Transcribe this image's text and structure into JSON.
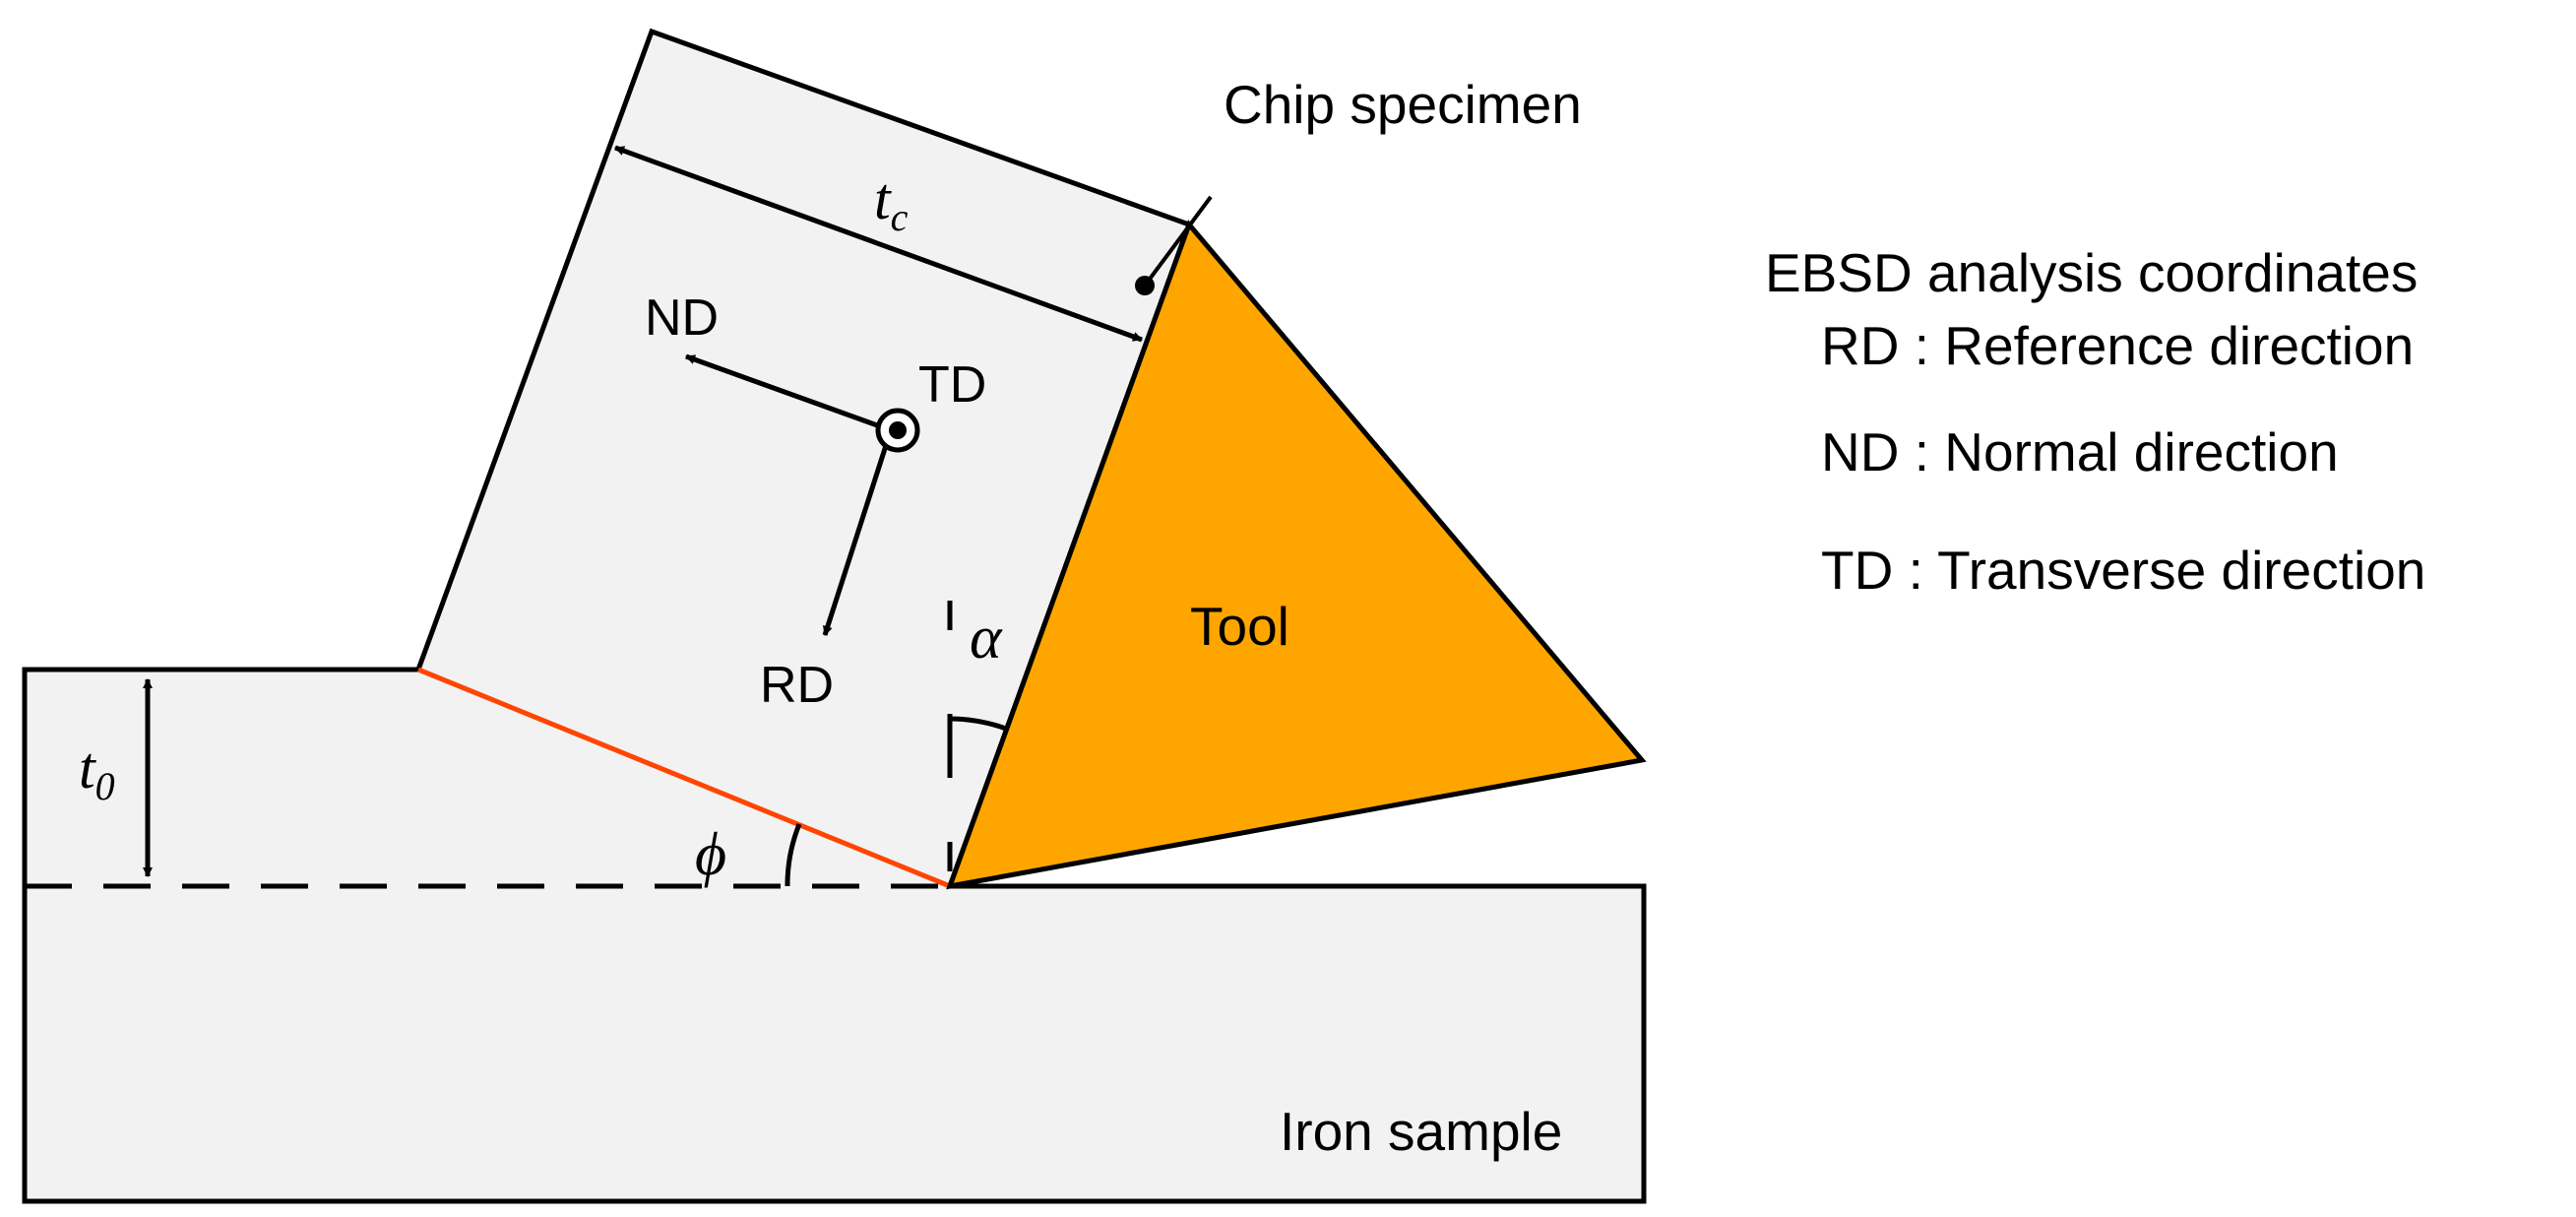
{
  "labels": {
    "chip_specimen": "Chip specimen",
    "tool": "Tool",
    "iron_sample": "Iron sample",
    "tc_main": "t",
    "tc_sub": "c",
    "t0_main": "t",
    "t0_sub": "0",
    "alpha": "α",
    "phi": "ϕ",
    "nd": "ND",
    "td": "TD",
    "rd": "RD"
  },
  "legend": {
    "title": "EBSD analysis coordinates",
    "items": [
      {
        "label": "RD : Reference direction"
      },
      {
        "label": "ND : Normal direction"
      },
      {
        "label": "TD : Transverse direction"
      }
    ]
  },
  "colors": {
    "tool_fill": "#FFA500",
    "shear_plane": "#FF4500",
    "specimen_fill": "#F2F2F2",
    "line": "#000000"
  }
}
